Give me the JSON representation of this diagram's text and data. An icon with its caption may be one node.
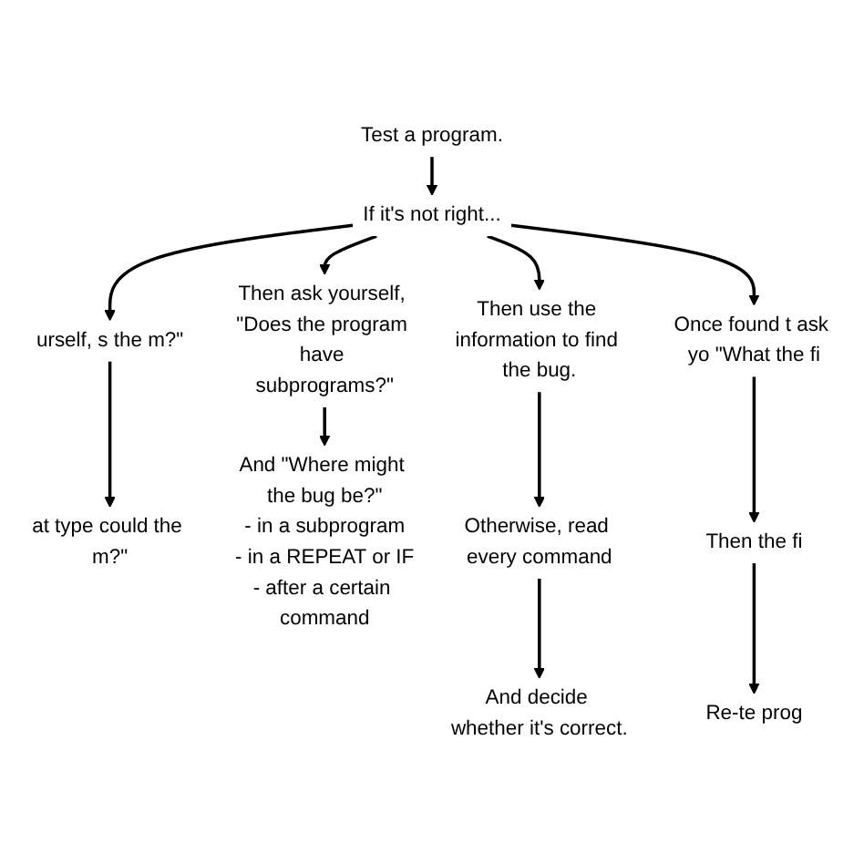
{
  "diagram": {
    "nodes": [
      {
        "text": [
          "Test a program."
        ]
      },
      {
        "text": [
          "If it's not right..."
        ]
      },
      {
        "text": [
          "urself, s the m?\""
        ]
      },
      {
        "text": [
          "Then ask yourself, \"Does the program have subprograms?\""
        ]
      },
      {
        "text": [
          "Then use the information to find the bug."
        ]
      },
      {
        "text": [
          "Once found t ask yo \"What the fi"
        ]
      },
      {
        "text": [
          "at type could the m?\""
        ]
      },
      {
        "text": [
          "And \"Where might the bug be?\"",
          "- in a subprogram",
          "- in a REPEAT or IF",
          "- after a certain command"
        ]
      },
      {
        "text": [
          "Otherwise, read every command"
        ]
      },
      {
        "text": [
          "And decide whether it's correct."
        ]
      },
      {
        "text": [
          "Then the fi"
        ]
      },
      {
        "text": [
          "Re-te prog"
        ]
      }
    ],
    "edges": [
      {
        "from": 0,
        "to": 1,
        "arrow": "to"
      },
      {
        "from": 1,
        "to": 2,
        "arrow": "to"
      },
      {
        "from": 1,
        "to": 3,
        "arrow": "to"
      },
      {
        "from": 1,
        "to": 4,
        "arrow": "to"
      },
      {
        "from": 1,
        "to": 5,
        "arrow": "to"
      },
      {
        "from": 2,
        "to": 6,
        "arrow": "to"
      },
      {
        "from": 3,
        "to": 7,
        "arrow": "to"
      },
      {
        "from": 4,
        "to": 8,
        "arrow": "to"
      },
      {
        "from": 8,
        "to": 9,
        "arrow": "to"
      },
      {
        "from": 5,
        "to": 10,
        "arrow": "to"
      },
      {
        "from": 10,
        "to": 11,
        "arrow": "to"
      }
    ]
  }
}
